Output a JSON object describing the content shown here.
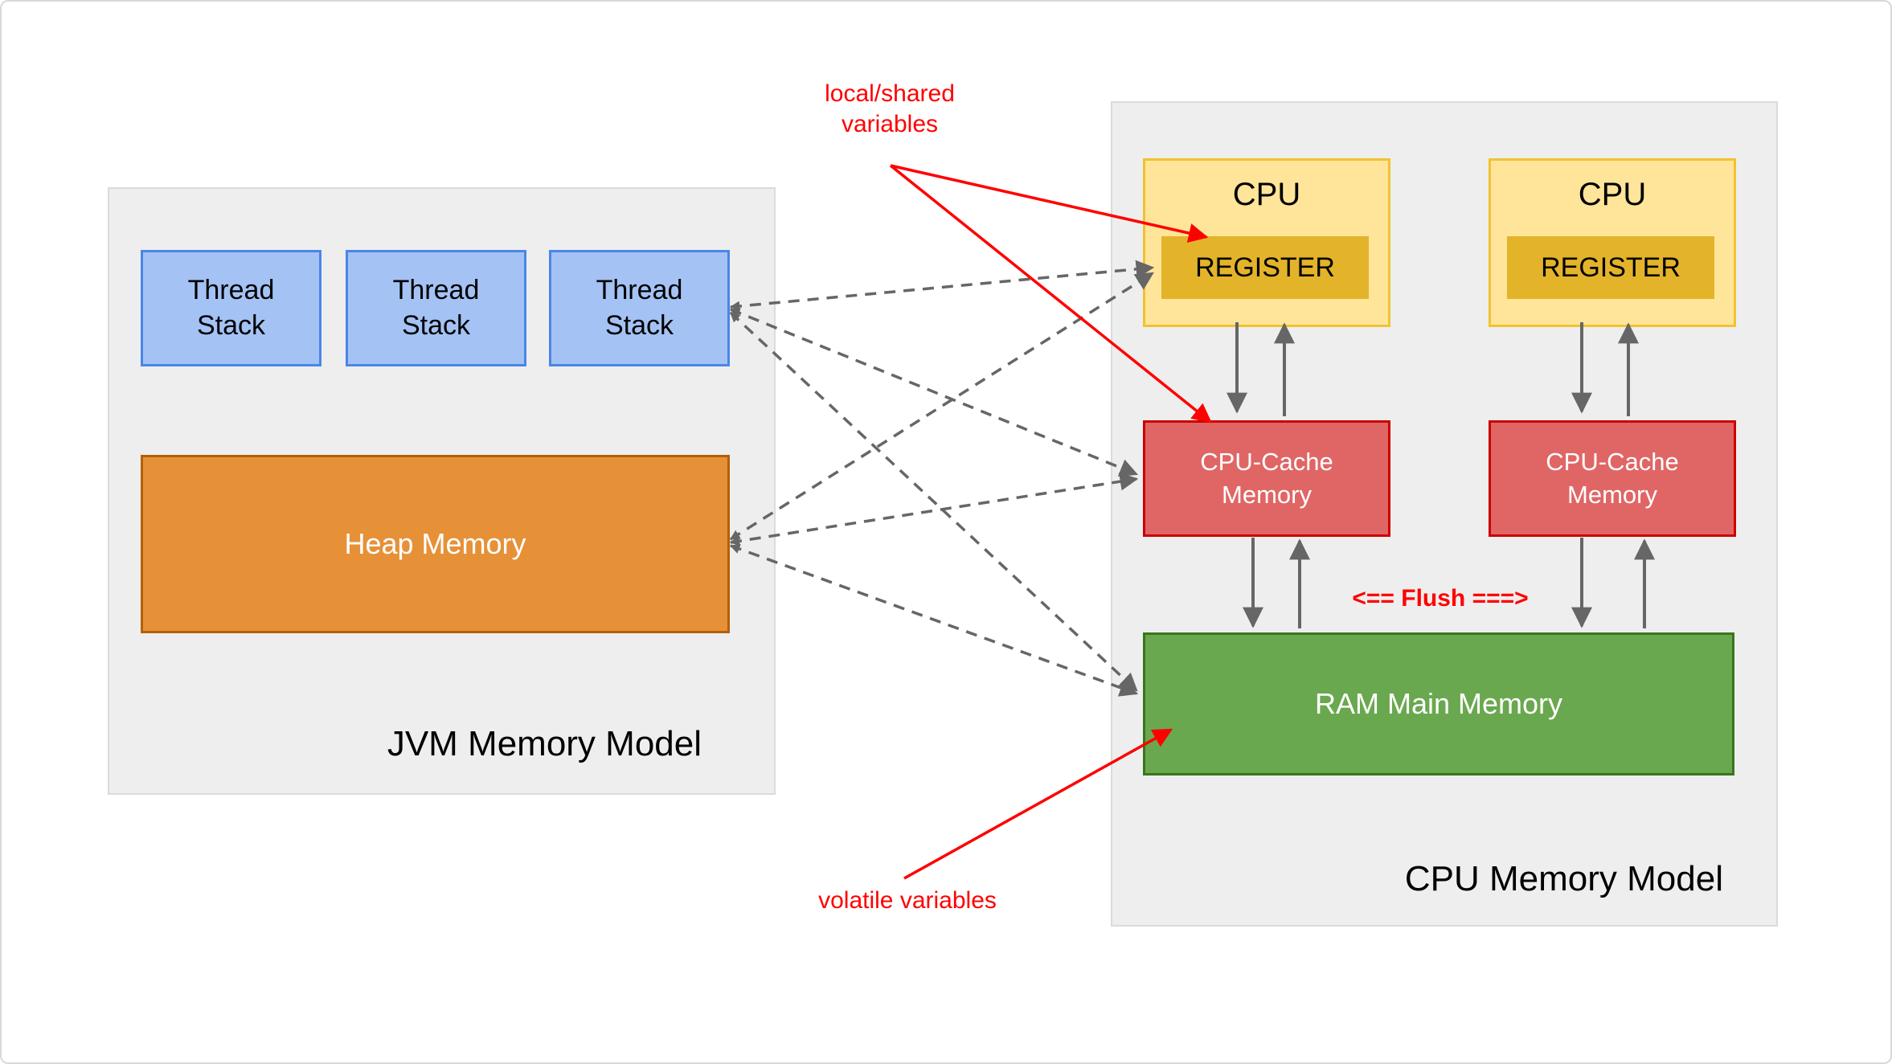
{
  "jvm": {
    "title": "JVM Memory Model",
    "thread_stacks": [
      "Thread\nStack",
      "Thread\nStack",
      "Thread\nStack"
    ],
    "heap_label": "Heap Memory"
  },
  "cpu": {
    "title": "CPU Memory Model",
    "cpus": [
      {
        "label": "CPU",
        "register_label": "REGISTER"
      },
      {
        "label": "CPU",
        "register_label": "REGISTER"
      }
    ],
    "caches": [
      "CPU-Cache\nMemory",
      "CPU-Cache\nMemory"
    ],
    "ram_label": "RAM Main Memory"
  },
  "annotations": {
    "local_shared": "local/shared\nvariables",
    "volatile": "volatile variables",
    "flush": "<== Flush ===>"
  },
  "colors": {
    "thread_stack_fill": "#a4c2f4",
    "thread_stack_border": "#4a86e8",
    "heap_fill": "#e69138",
    "heap_border": "#b45f06",
    "cpu_fill": "#ffe599",
    "cpu_border": "#f1c232",
    "register_fill": "#e3b32a",
    "cache_fill": "#e06666",
    "cache_border": "#cc0000",
    "ram_fill": "#6aa84f",
    "ram_border": "#38761d",
    "region_fill": "#eeeeee",
    "annotation_red": "#ff0000",
    "connector_gray": "#666666"
  }
}
